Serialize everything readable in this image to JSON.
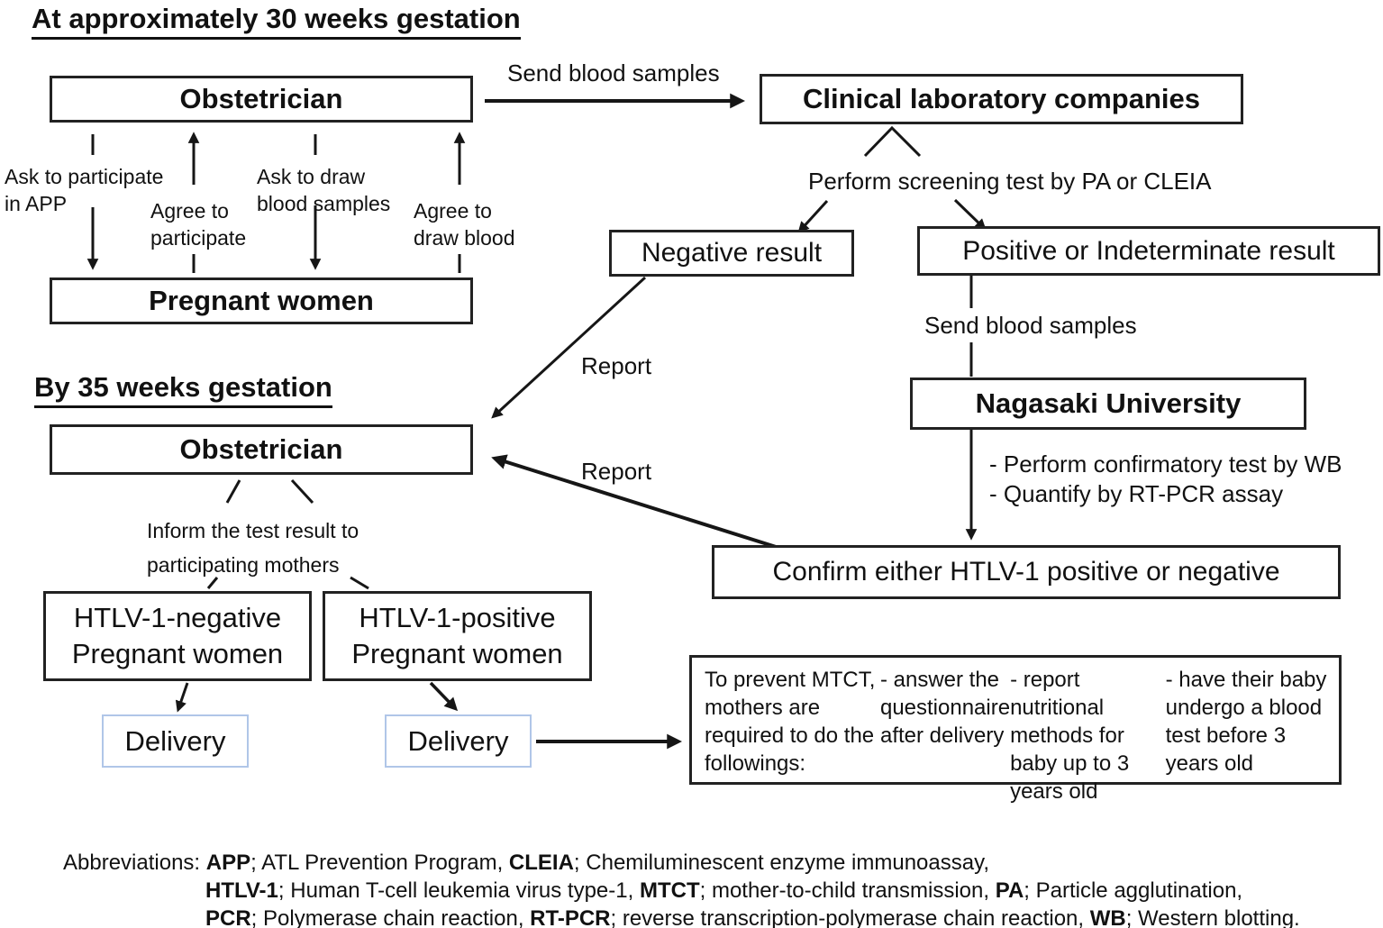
{
  "colors": {
    "line": "#161616",
    "box_border": "#222222",
    "delivery_border": "#b0c6e8",
    "background": "#ffffff"
  },
  "sections": {
    "s1_title": "At approximately 30 weeks gestation",
    "s2_title": "By 35 weeks gestation"
  },
  "boxes": {
    "obstetrician1": "Obstetrician",
    "clinical_lab": "Clinical laboratory companies",
    "negative_result": "Negative result",
    "positive_result": "Positive or Indeterminate result",
    "pregnant_women": "Pregnant women",
    "nagasaki": "Nagasaki University",
    "obstetrician2": "Obstetrician",
    "confirm": "Confirm either HTLV-1 positive or negative",
    "htlv_negative": [
      "HTLV-1-negative",
      "Pregnant women"
    ],
    "htlv_positive": [
      "HTLV-1-positive",
      "Pregnant women"
    ],
    "delivery1": "Delivery",
    "delivery2": "Delivery",
    "mtct_lines": [
      "To prevent MTCT, mothers are required to do the followings:",
      "- answer the questionnaire after delivery",
      "- report nutritional methods for baby up to 3 years old",
      "- have their baby undergo a blood test before 3 years old"
    ]
  },
  "labels": {
    "send_blood_1": "Send blood samples",
    "perform_screening": "Perform screening test by PA or CLEIA",
    "send_blood_2": "Send blood samples",
    "report_1": "Report",
    "report_2": "Report",
    "nagasaki_bullets": [
      "- Perform confirmatory test by WB",
      "- Quantify by RT-PCR assay"
    ],
    "ask_participate": [
      "Ask to participate",
      "in APP"
    ],
    "agree_participate": [
      "Agree to",
      "participate"
    ],
    "ask_draw": [
      "Ask to draw",
      "blood samples"
    ],
    "agree_draw": [
      "Agree to",
      "draw blood"
    ],
    "inform": [
      "Inform the test result to",
      "participating mothers"
    ]
  },
  "abbreviations": {
    "line1": [
      {
        "t": "Abbreviations: "
      },
      {
        "t": "APP",
        "b": true
      },
      {
        "t": "; ATL Prevention Program, "
      },
      {
        "t": "CLEIA",
        "b": true
      },
      {
        "t": "; Chemiluminescent enzyme immunoassay,"
      }
    ],
    "line2": [
      {
        "t": "HTLV-1",
        "b": true
      },
      {
        "t": "; Human T-cell leukemia virus type-1, "
      },
      {
        "t": "MTCT",
        "b": true
      },
      {
        "t": "; mother-to-child transmission, "
      },
      {
        "t": "PA",
        "b": true
      },
      {
        "t": "; Particle agglutination,"
      }
    ],
    "line3": [
      {
        "t": "PCR",
        "b": true
      },
      {
        "t": "; Polymerase chain reaction, "
      },
      {
        "t": "RT-PCR",
        "b": true
      },
      {
        "t": "; reverse transcription-polymerase chain reaction, "
      },
      {
        "t": "WB",
        "b": true
      },
      {
        "t": "; Western blotting."
      }
    ]
  }
}
